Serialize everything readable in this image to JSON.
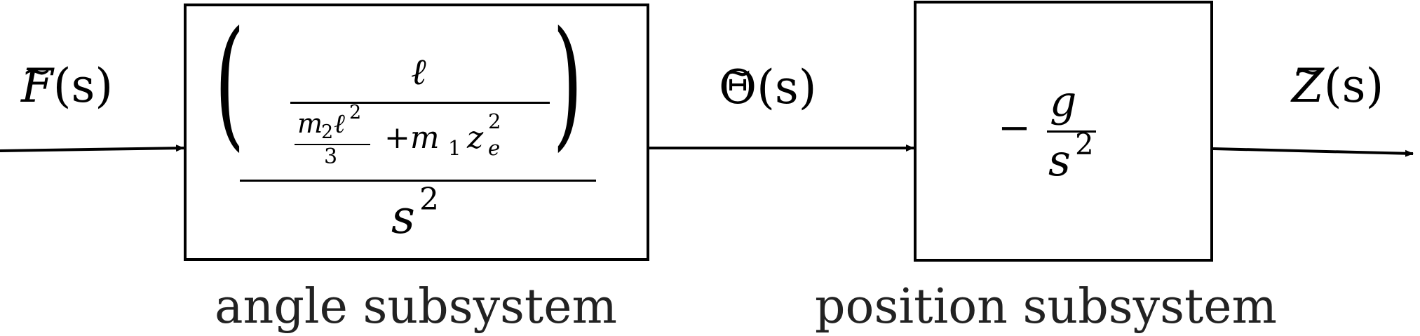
{
  "signals": {
    "input": {
      "tilde": "~",
      "symbol": "F",
      "arg": "(s)"
    },
    "middle": {
      "tilde": "~",
      "symbol": "Θ",
      "arg": "(s)"
    },
    "output": {
      "tilde": "~",
      "symbol": "Z",
      "arg": "(s)"
    }
  },
  "angle_block": {
    "inner_num": "ℓ",
    "m2": "m",
    "m2_sub": "2",
    "ell": "ℓ",
    "ell_sup": "2",
    "three": "3",
    "plus_m1": "+m",
    "m1_sub": "1",
    "z": "z",
    "z_sup": "2",
    "z_sub": "e",
    "lparen": "(",
    "rparen": ")",
    "denominator_base": "s",
    "denominator_exp": "2"
  },
  "position_block": {
    "minus": "−",
    "numerator": "g",
    "denominator_base": "s",
    "denominator_exp": "2"
  },
  "labels": {
    "angle": "angle subsystem",
    "position": "position subsystem"
  }
}
